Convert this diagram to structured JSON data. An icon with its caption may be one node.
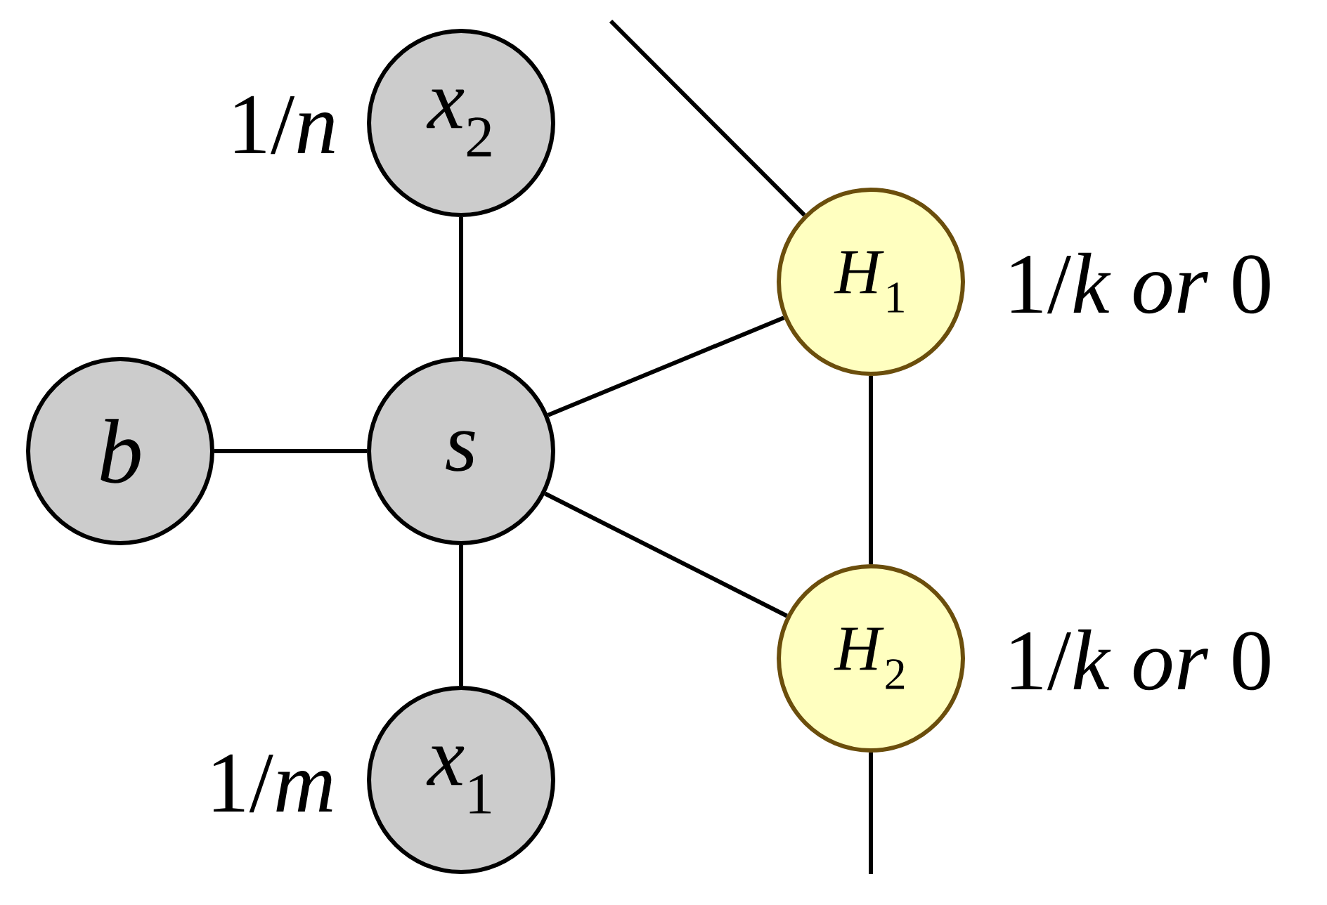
{
  "diagram": {
    "nodes": [
      {
        "text": [
          "*x*$_{2}$"
        ],
        "beside": [
          "1/*n*"
        ]
      },
      {
        "text": [
          "*H*$_{1}$"
        ],
        "beside": [
          "1/*k or* 0"
        ]
      },
      {
        "text": [
          "*b*"
        ]
      },
      {
        "text": [
          "*s*"
        ]
      },
      {
        "text": [
          "*H*$_{2}$"
        ],
        "beside": [
          "1/*k or* 0"
        ]
      },
      {
        "text": [
          "*x*$_{1}$"
        ],
        "beside": [
          "1/*m*"
        ]
      }
    ],
    "edges": [
      {
        "from": 2,
        "to": 3,
        "arrow": "none"
      },
      {
        "from": 3,
        "to": 0,
        "arrow": "none"
      },
      {
        "from": 3,
        "to": 5,
        "arrow": "none"
      },
      {
        "from": 3,
        "to": 1,
        "arrow": "none"
      },
      {
        "from": 3,
        "to": 4,
        "arrow": "none"
      },
      {
        "from": 1,
        "to": 4,
        "arrow": "none"
      },
      {
        "from": null,
        "to": 1,
        "arrow": "none"
      },
      {
        "from": 4,
        "to": null,
        "arrow": "none"
      }
    ]
  }
}
